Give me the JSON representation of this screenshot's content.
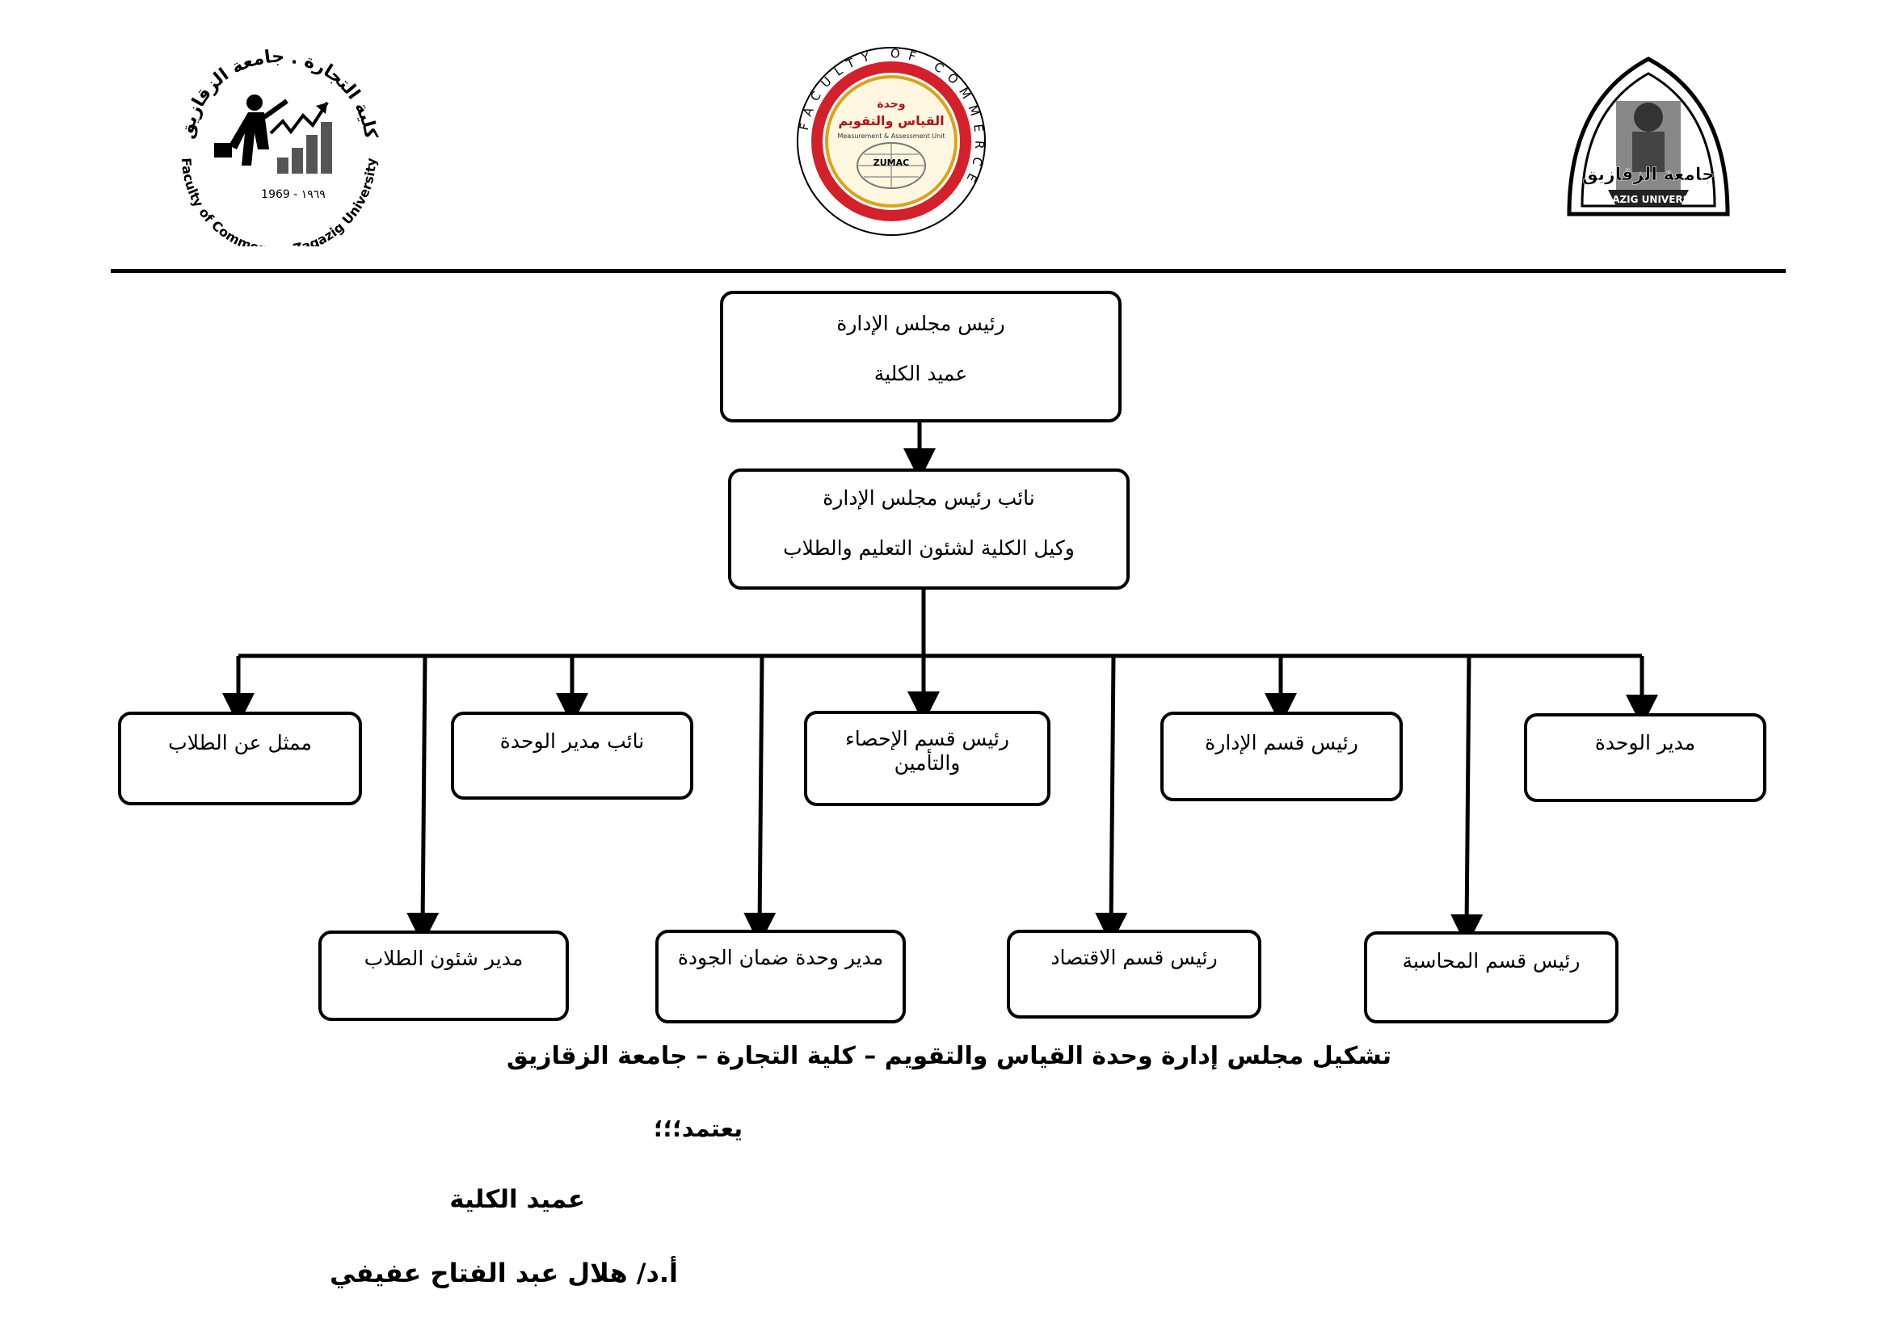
{
  "header": {
    "left_logo": {
      "arc_top": "كلية التجارة . جامعة الزقازيق",
      "arc_bottom": "Faculty of Commerce . Zagazig University",
      "years": "1969 - ١٩٦٩",
      "icon": "businessman-climbing-chart-icon"
    },
    "center_logo": {
      "arc_text": "FACULTY OF COMMERCE",
      "title_line1": "وحدة",
      "title_line2": "القياس والتقويم",
      "subtitle": "Measurement & Assessment Unit",
      "abbr": "ZUMAC",
      "colors": {
        "ring": "#d4202a",
        "gold": "#d9a31c"
      }
    },
    "right_logo": {
      "arabic": "جامعة الزقازيق",
      "english": "ZAGAZIG UNIVERSITY",
      "icon": "pharaoh-statue-arch-icon"
    }
  },
  "org": {
    "root": {
      "line1": "رئيس مجلس الإدارة",
      "line2": "عميد الكلية"
    },
    "deputy": {
      "line1": "نائب رئيس مجلس الإدارة",
      "line2": "وكيل الكلية لشئون التعليم والطلاب"
    },
    "row1": [
      {
        "label": "مدير الوحدة"
      },
      {
        "label": "رئيس قسم الإدارة"
      },
      {
        "label": "رئيس قسم الإحصاء والتأمين"
      },
      {
        "label": "نائب مدير الوحدة"
      },
      {
        "label": "ممثل عن الطلاب"
      }
    ],
    "row2": [
      {
        "label": "رئيس قسم المحاسبة"
      },
      {
        "label": "رئيس قسم الاقتصاد"
      },
      {
        "label": "مدير وحدة ضمان الجودة"
      },
      {
        "label": "مدير شئون الطلاب"
      }
    ]
  },
  "footer": {
    "caption": "تشكيل مجلس إدارة وحدة القياس والتقويم – كلية التجارة – جامعة الزقازيق",
    "approved": "يعتمد؛؛؛",
    "role": "عميد الكلية",
    "name": "أ.د/ هلال عبد الفتاح عفيفي"
  }
}
